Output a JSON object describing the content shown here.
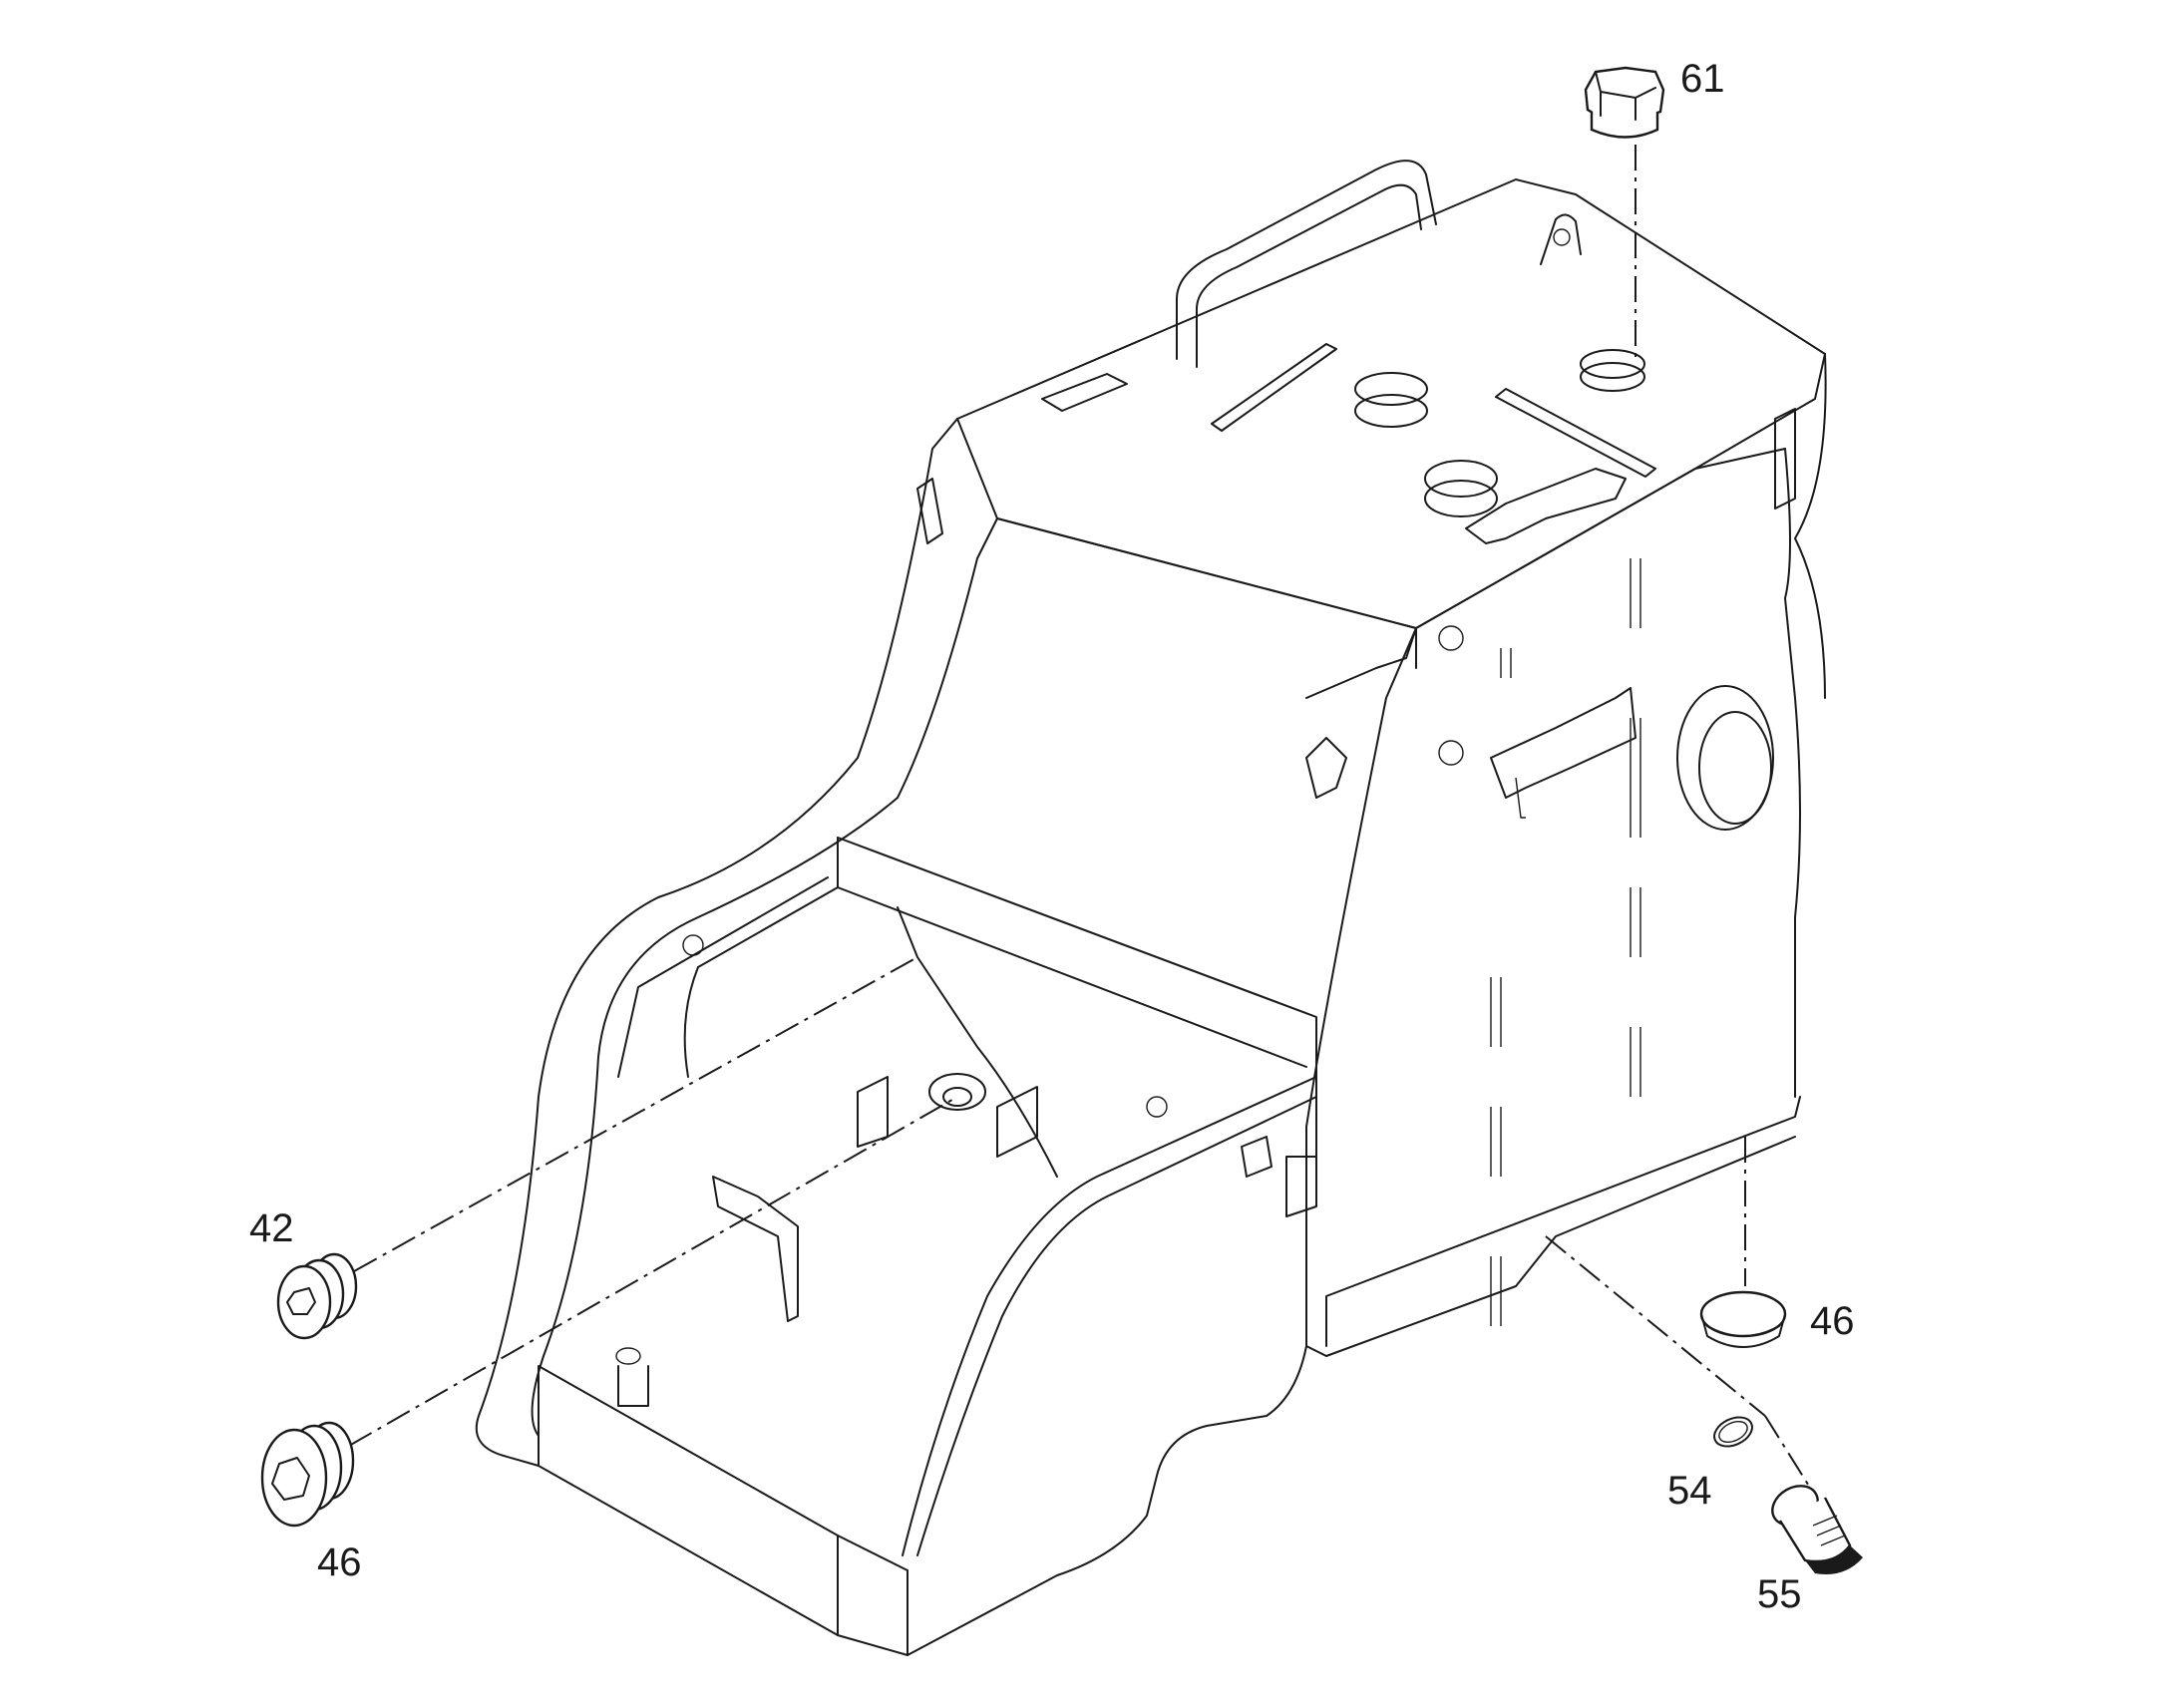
{
  "callouts": [
    {
      "id": "c61",
      "label": "61"
    },
    {
      "id": "c42",
      "label": "42"
    },
    {
      "id": "c46_left",
      "label": "46"
    },
    {
      "id": "c46_right",
      "label": "46"
    },
    {
      "id": "c54",
      "label": "54"
    },
    {
      "id": "c55",
      "label": "55"
    }
  ]
}
